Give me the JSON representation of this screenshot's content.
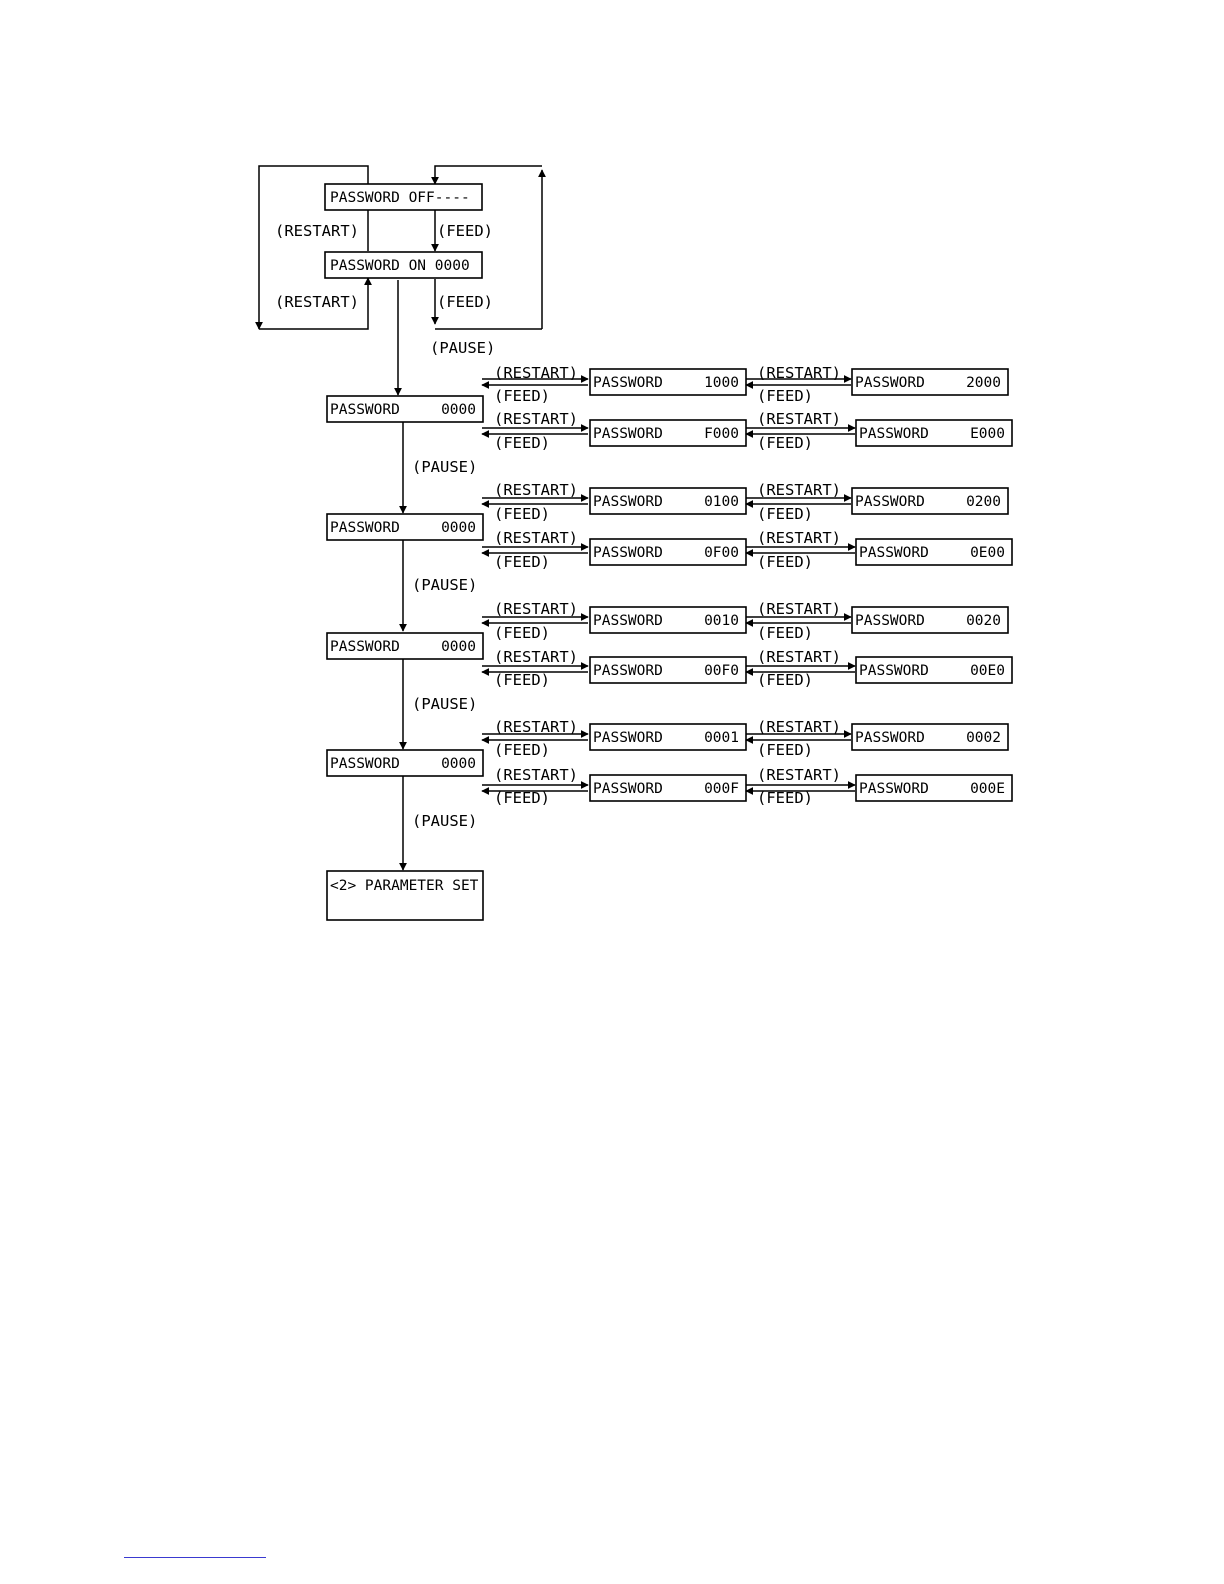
{
  "top": {
    "pw_off": "PASSWORD OFF----",
    "pw_on": "PASSWORD ON 0000",
    "restart_upper": "(RESTART)",
    "restart_lower": "(RESTART)",
    "feed_upper": "(FEED)",
    "feed_lower": "(FEED)",
    "pause_top": "(PAUSE)"
  },
  "levels": [
    {
      "main": {
        "left": "PASSWORD",
        "right": "0000"
      },
      "pause_after": "(PAUSE)",
      "rows": [
        {
          "restart1": "(RESTART)",
          "feed1": "(FEED)",
          "b1": {
            "left": "PASSWORD",
            "right": "1000"
          },
          "restart2": "(RESTART)",
          "feed2": "(FEED)",
          "b2": {
            "left": "PASSWORD",
            "right": "2000"
          }
        },
        {
          "restart1": "(RESTART)",
          "feed1": "(FEED)",
          "b1": {
            "left": "PASSWORD",
            "right": "F000"
          },
          "restart2": "(RESTART)",
          "feed2": "(FEED)",
          "b2": {
            "left": "PASSWORD",
            "right": "E000"
          }
        }
      ]
    },
    {
      "main": {
        "left": "PASSWORD",
        "right": "0000"
      },
      "pause_after": "(PAUSE)",
      "rows": [
        {
          "restart1": "(RESTART)",
          "feed1": "(FEED)",
          "b1": {
            "left": "PASSWORD",
            "right": "0100"
          },
          "restart2": "(RESTART)",
          "feed2": "(FEED)",
          "b2": {
            "left": "PASSWORD",
            "right": "0200"
          }
        },
        {
          "restart1": "(RESTART)",
          "feed1": "(FEED)",
          "b1": {
            "left": "PASSWORD",
            "right": "0F00"
          },
          "restart2": "(RESTART)",
          "feed2": "(FEED)",
          "b2": {
            "left": "PASSWORD",
            "right": "0E00"
          }
        }
      ]
    },
    {
      "main": {
        "left": "PASSWORD",
        "right": "0000"
      },
      "pause_after": "(PAUSE)",
      "rows": [
        {
          "restart1": "(RESTART)",
          "feed1": "(FEED)",
          "b1": {
            "left": "PASSWORD",
            "right": "0010"
          },
          "restart2": "(RESTART)",
          "feed2": "(FEED)",
          "b2": {
            "left": "PASSWORD",
            "right": "0020"
          }
        },
        {
          "restart1": "(RESTART)",
          "feed1": "(FEED)",
          "b1": {
            "left": "PASSWORD",
            "right": "00F0"
          },
          "restart2": "(RESTART)",
          "feed2": "(FEED)",
          "b2": {
            "left": "PASSWORD",
            "right": "00E0"
          }
        }
      ]
    },
    {
      "main": {
        "left": "PASSWORD",
        "right": "0000"
      },
      "pause_after": "(PAUSE)",
      "rows": [
        {
          "restart1": "(RESTART)",
          "feed1": "(FEED)",
          "b1": {
            "left": "PASSWORD",
            "right": "0001"
          },
          "restart2": "(RESTART)",
          "feed2": "(FEED)",
          "b2": {
            "left": "PASSWORD",
            "right": "0002"
          }
        },
        {
          "restart1": "(RESTART)",
          "feed1": "(FEED)",
          "b1": {
            "left": "PASSWORD",
            "right": "000F"
          },
          "restart2": "(RESTART)",
          "feed2": "(FEED)",
          "b2": {
            "left": "PASSWORD",
            "right": "000E"
          }
        }
      ]
    }
  ],
  "param_set": "<2> PARAMETER SET"
}
